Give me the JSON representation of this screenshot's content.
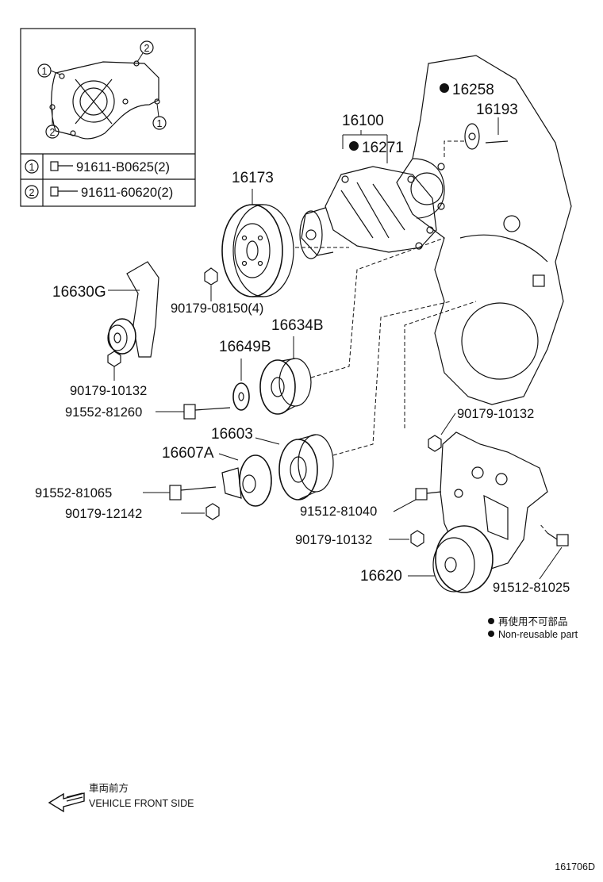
{
  "inset": {
    "callout_1": "1",
    "callout_2": "2",
    "rows": [
      {
        "num": "1",
        "part": "91611-B0625(2)"
      },
      {
        "num": "2",
        "part": "91611-60620(2)"
      }
    ]
  },
  "parts": {
    "p16258": "16258",
    "p16193": "16193",
    "p16100": "16100",
    "p16271": "16271",
    "p16173": "16173",
    "p16630G": "16630G",
    "p90179_08150": "90179-08150(4)",
    "p16634B": "16634B",
    "p16649B": "16649B",
    "p90179_10132_a": "90179-10132",
    "p91552_81260": "91552-81260",
    "p90179_10132_b": "90179-10132",
    "p16603": "16603",
    "p16607A": "16607A",
    "p91552_81065": "91552-81065",
    "p91512_81040": "91512-81040",
    "p90179_12142": "90179-12142",
    "p90179_10132_c": "90179-10132",
    "p16620": "16620",
    "p91512_81025": "91512-81025"
  },
  "legend": {
    "jp": "再使用不可部品",
    "en": "Non-reusable part"
  },
  "direction": {
    "jp": "車両前方",
    "en": "VEHICLE FRONT SIDE"
  },
  "diagram_id": "161706D",
  "icons": [
    "non-reusable-dot-icon",
    "front-arrow-icon",
    "bolt-icon",
    "nut-icon",
    "pulley-icon"
  ]
}
